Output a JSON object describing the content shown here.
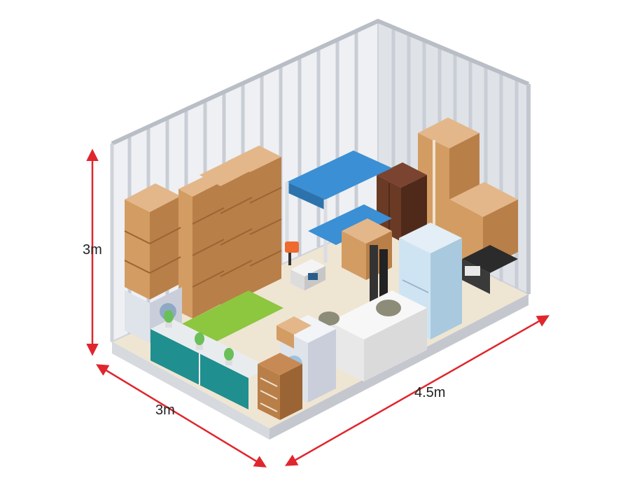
{
  "dimensions": {
    "height": "3m",
    "width": "3m",
    "length": "4.5m"
  },
  "colors": {
    "arrow": "#e0262d",
    "wall": "#e6e9ee",
    "wall_rib": "#c9ced6",
    "floor": "#efe5d3",
    "box": "#c88a55",
    "box_side": "#a86f40",
    "bed_blue": "#3b8fd4",
    "mattress_green": "#8dc63f",
    "fridge": "#cfe4f2",
    "sofa": "#f2f2f2",
    "wardrobe": "#6b3a24",
    "cabinet_teal": "#1f8f8f"
  },
  "items": {
    "storage_unit": "storage-unit",
    "boxes": "cardboard-boxes",
    "bunk_bed": "bunk-bed",
    "wardrobe": "wardrobe",
    "fridge": "refrigerator",
    "sofa": "sofa",
    "washing_machine": "washing-machine",
    "chest_of_drawers": "chest-of-drawers",
    "tv_cabinet": "tv-cabinet",
    "microwave": "microwave",
    "desk": "desk",
    "chair": "office-chair",
    "plants": "potted-plants",
    "mattress": "mattress"
  }
}
